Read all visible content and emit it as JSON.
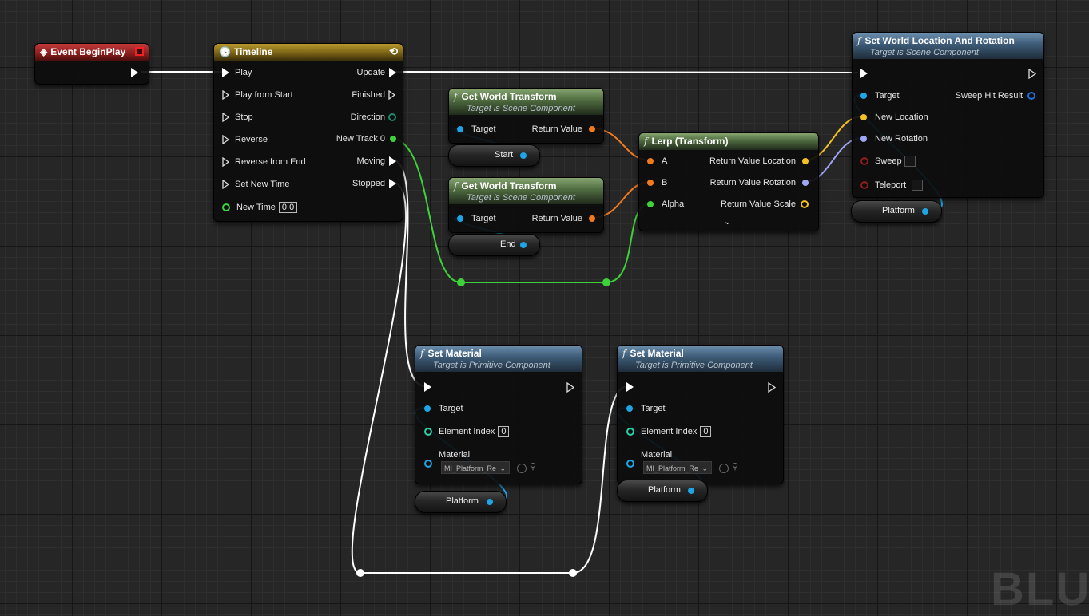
{
  "colors": {
    "exec": "#ffffff",
    "object": "#1fa4e6",
    "float": "#3fd13a",
    "transform": "#f07a1c",
    "vector": "#f3c123",
    "rotator": "#9ea6f5",
    "bool": "#8e1c1c",
    "int": "#2ad1a6",
    "material": "#1fa4e6"
  },
  "event_begin_play": {
    "title": "Event BeginPlay"
  },
  "timeline": {
    "title": "Timeline",
    "inputs": [
      "Play",
      "Play from Start",
      "Stop",
      "Reverse",
      "Reverse from End",
      "Set New Time"
    ],
    "new_time_label": "New Time",
    "new_time_value": "0.0",
    "outputs": [
      "Update",
      "Finished",
      "Direction",
      "New Track 0",
      "Moving",
      "Stopped"
    ]
  },
  "gwt1": {
    "title": "Get World Transform",
    "subtitle": "Target is Scene Component",
    "target": "Target",
    "ret": "Return Value"
  },
  "gwt2": {
    "title": "Get World Transform",
    "subtitle": "Target is Scene Component",
    "target": "Target",
    "ret": "Return Value"
  },
  "var_start": {
    "label": "Start"
  },
  "var_end": {
    "label": "End"
  },
  "lerp": {
    "title": "Lerp (Transform)",
    "a": "A",
    "b": "B",
    "alpha": "Alpha",
    "out_loc": "Return Value Location",
    "out_rot": "Return Value Rotation",
    "out_scale": "Return Value Scale"
  },
  "swlr": {
    "title": "Set World Location And Rotation",
    "subtitle": "Target is Scene Component",
    "target": "Target",
    "new_location": "New Location",
    "new_rotation": "New Rotation",
    "sweep": "Sweep",
    "teleport": "Teleport",
    "sweep_hit": "Sweep Hit Result"
  },
  "var_platform_top": {
    "label": "Platform"
  },
  "setmat1": {
    "title": "Set Material",
    "subtitle": "Target is Primitive Component",
    "target": "Target",
    "element_index": "Element Index",
    "element_value": "0",
    "material": "Material",
    "material_value": "MI_Platform_Re"
  },
  "setmat2": {
    "title": "Set Material",
    "subtitle": "Target is Primitive Component",
    "target": "Target",
    "element_index": "Element Index",
    "element_value": "0",
    "material": "Material",
    "material_value": "MI_Platform_Re"
  },
  "var_platform_1": {
    "label": "Platform"
  },
  "var_platform_2": {
    "label": "Platform"
  },
  "watermark": "BLUE"
}
